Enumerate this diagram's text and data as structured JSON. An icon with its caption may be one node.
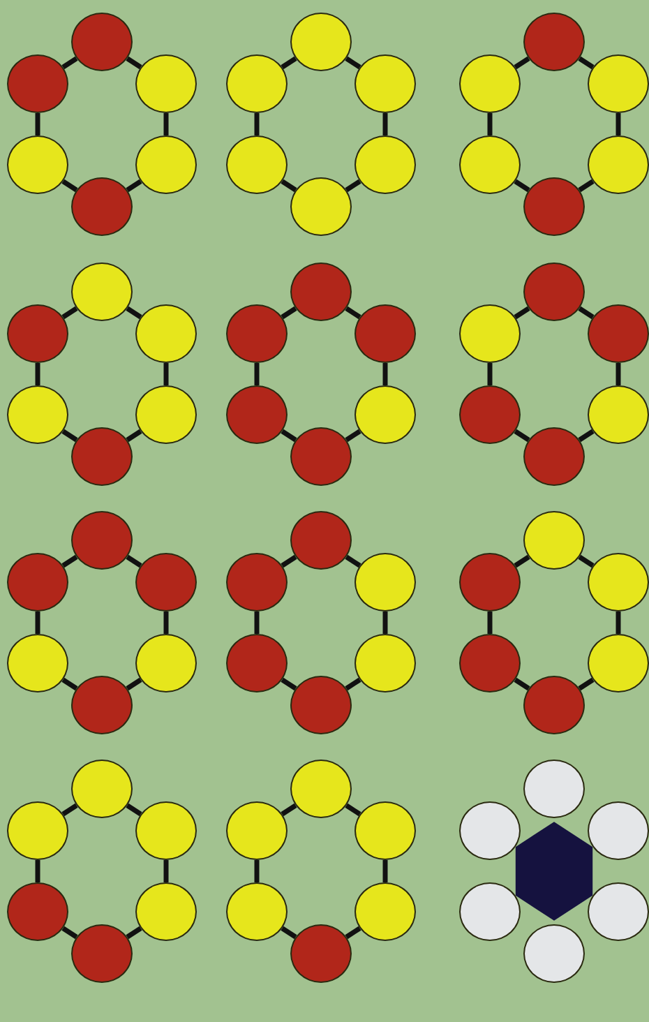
{
  "diagram": {
    "nodes": [
      {
        "text": [],
        "shape": "circle"
      },
      {
        "text": [],
        "shape": "circle"
      },
      {
        "text": [],
        "shape": "circle"
      },
      {
        "text": [],
        "shape": "circle"
      },
      {
        "text": [],
        "shape": "circle"
      },
      {
        "text": [],
        "shape": "circle"
      },
      {
        "text": [],
        "shape": "circle"
      },
      {
        "text": [],
        "shape": "circle"
      },
      {
        "text": [],
        "shape": "circle"
      },
      {
        "text": [],
        "shape": "circle"
      },
      {
        "text": [],
        "shape": "circle"
      },
      {
        "text": [],
        "shape": "circle"
      },
      {
        "text": [],
        "shape": "circle"
      },
      {
        "text": [],
        "shape": "circle"
      },
      {
        "text": [],
        "shape": "circle"
      },
      {
        "text": [],
        "shape": "circle"
      },
      {
        "text": [],
        "shape": "circle"
      },
      {
        "text": [],
        "shape": "circle"
      },
      {
        "text": [],
        "shape": "circle"
      },
      {
        "text": [],
        "shape": "circle"
      },
      {
        "text": [],
        "shape": "circle"
      },
      {
        "text": [],
        "shape": "circle"
      },
      {
        "text": [],
        "shape": "circle"
      },
      {
        "text": [],
        "shape": "circle"
      },
      {
        "text": [],
        "shape": "circle"
      },
      {
        "text": [],
        "shape": "circle"
      },
      {
        "text": [],
        "shape": "circle"
      },
      {
        "text": [],
        "shape": "circle"
      },
      {
        "text": [],
        "shape": "circle"
      },
      {
        "text": [],
        "shape": "circle"
      },
      {
        "text": [],
        "shape": "circle"
      },
      {
        "text": [],
        "shape": "circle"
      },
      {
        "text": [],
        "shape": "circle"
      },
      {
        "text": [],
        "shape": "circle"
      },
      {
        "text": [],
        "shape": "circle"
      },
      {
        "text": [],
        "shape": "circle"
      },
      {
        "text": [],
        "shape": "circle"
      },
      {
        "text": [],
        "shape": "circle"
      },
      {
        "text": [],
        "shape": "circle"
      },
      {
        "text": [],
        "shape": "circle"
      },
      {
        "text": [],
        "shape": "circle"
      },
      {
        "text": [],
        "shape": "circle"
      },
      {
        "text": [],
        "shape": "circle"
      },
      {
        "text": [],
        "shape": "circle"
      },
      {
        "text": [],
        "shape": "circle"
      },
      {
        "text": [],
        "shape": "circle"
      },
      {
        "text": [],
        "shape": "circle"
      },
      {
        "text": [],
        "shape": "circle"
      },
      {
        "text": [],
        "shape": "circle"
      },
      {
        "text": [],
        "shape": "circle"
      },
      {
        "text": [],
        "shape": "circle"
      },
      {
        "text": [],
        "shape": "circle"
      },
      {
        "text": [],
        "shape": "circle"
      },
      {
        "text": [],
        "shape": "circle"
      },
      {
        "text": [],
        "shape": "circle"
      },
      {
        "text": [],
        "shape": "circle"
      },
      {
        "text": [],
        "shape": "circle"
      },
      {
        "text": [],
        "shape": "circle"
      },
      {
        "text": [],
        "shape": "circle"
      },
      {
        "text": [],
        "shape": "circle"
      },
      {
        "text": [],
        "shape": "circle"
      },
      {
        "text": [],
        "shape": "circle"
      },
      {
        "text": [],
        "shape": "circle"
      },
      {
        "text": [],
        "shape": "circle"
      },
      {
        "text": [],
        "shape": "circle"
      },
      {
        "text": [],
        "shape": "circle"
      },
      {
        "text": [],
        "shape": "circle"
      },
      {
        "text": [],
        "shape": "circle"
      },
      {
        "text": [],
        "shape": "circle"
      },
      {
        "text": [],
        "shape": "circle"
      },
      {
        "text": [],
        "shape": "circle"
      },
      {
        "text": [],
        "shape": "circle"
      },
      {
        "text": [],
        "shape": "hexagon"
      }
    ],
    "edges": [
      {
        "from": 0,
        "to": 1,
        "arrow": "none"
      },
      {
        "from": 1,
        "to": 2,
        "arrow": "none"
      },
      {
        "from": 2,
        "to": 3,
        "arrow": "none"
      },
      {
        "from": 3,
        "to": 4,
        "arrow": "none"
      },
      {
        "from": 4,
        "to": 5,
        "arrow": "none"
      },
      {
        "from": 5,
        "to": 0,
        "arrow": "none"
      },
      {
        "from": 6,
        "to": 7,
        "arrow": "none"
      },
      {
        "from": 7,
        "to": 8,
        "arrow": "none"
      },
      {
        "from": 8,
        "to": 9,
        "arrow": "none"
      },
      {
        "from": 9,
        "to": 10,
        "arrow": "none"
      },
      {
        "from": 10,
        "to": 11,
        "arrow": "none"
      },
      {
        "from": 11,
        "to": 6,
        "arrow": "none"
      },
      {
        "from": 12,
        "to": 13,
        "arrow": "none"
      },
      {
        "from": 13,
        "to": 14,
        "arrow": "none"
      },
      {
        "from": 14,
        "to": 15,
        "arrow": "none"
      },
      {
        "from": 15,
        "to": 16,
        "arrow": "none"
      },
      {
        "from": 16,
        "to": 17,
        "arrow": "none"
      },
      {
        "from": 17,
        "to": 12,
        "arrow": "none"
      },
      {
        "from": 18,
        "to": 19,
        "arrow": "none"
      },
      {
        "from": 19,
        "to": 20,
        "arrow": "none"
      },
      {
        "from": 20,
        "to": 21,
        "arrow": "none"
      },
      {
        "from": 21,
        "to": 22,
        "arrow": "none"
      },
      {
        "from": 22,
        "to": 23,
        "arrow": "none"
      },
      {
        "from": 23,
        "to": 18,
        "arrow": "none"
      },
      {
        "from": 24,
        "to": 25,
        "arrow": "none"
      },
      {
        "from": 25,
        "to": 26,
        "arrow": "none"
      },
      {
        "from": 26,
        "to": 27,
        "arrow": "none"
      },
      {
        "from": 27,
        "to": 28,
        "arrow": "none"
      },
      {
        "from": 28,
        "to": 29,
        "arrow": "none"
      },
      {
        "from": 29,
        "to": 24,
        "arrow": "none"
      },
      {
        "from": 30,
        "to": 31,
        "arrow": "none"
      },
      {
        "from": 31,
        "to": 32,
        "arrow": "none"
      },
      {
        "from": 32,
        "to": 33,
        "arrow": "none"
      },
      {
        "from": 33,
        "to": 34,
        "arrow": "none"
      },
      {
        "from": 34,
        "to": 35,
        "arrow": "none"
      },
      {
        "from": 35,
        "to": 30,
        "arrow": "none"
      },
      {
        "from": 36,
        "to": 37,
        "arrow": "none"
      },
      {
        "from": 37,
        "to": 38,
        "arrow": "none"
      },
      {
        "from": 38,
        "to": 39,
        "arrow": "none"
      },
      {
        "from": 39,
        "to": 40,
        "arrow": "none"
      },
      {
        "from": 40,
        "to": 41,
        "arrow": "none"
      },
      {
        "from": 41,
        "to": 36,
        "arrow": "none"
      },
      {
        "from": 42,
        "to": 43,
        "arrow": "none"
      },
      {
        "from": 43,
        "to": 44,
        "arrow": "none"
      },
      {
        "from": 44,
        "to": 45,
        "arrow": "none"
      },
      {
        "from": 45,
        "to": 46,
        "arrow": "none"
      },
      {
        "from": 46,
        "to": 47,
        "arrow": "none"
      },
      {
        "from": 47,
        "to": 42,
        "arrow": "none"
      },
      {
        "from": 48,
        "to": 49,
        "arrow": "none"
      },
      {
        "from": 49,
        "to": 50,
        "arrow": "none"
      },
      {
        "from": 50,
        "to": 51,
        "arrow": "none"
      },
      {
        "from": 51,
        "to": 52,
        "arrow": "none"
      },
      {
        "from": 52,
        "to": 53,
        "arrow": "none"
      },
      {
        "from": 53,
        "to": 48,
        "arrow": "none"
      },
      {
        "from": 54,
        "to": 55,
        "arrow": "none"
      },
      {
        "from": 55,
        "to": 56,
        "arrow": "none"
      },
      {
        "from": 56,
        "to": 57,
        "arrow": "none"
      },
      {
        "from": 57,
        "to": 58,
        "arrow": "none"
      },
      {
        "from": 58,
        "to": 59,
        "arrow": "none"
      },
      {
        "from": 59,
        "to": 54,
        "arrow": "none"
      },
      {
        "from": 60,
        "to": 61,
        "arrow": "none"
      },
      {
        "from": 61,
        "to": 62,
        "arrow": "none"
      },
      {
        "from": 62,
        "to": 63,
        "arrow": "none"
      },
      {
        "from": 63,
        "to": 64,
        "arrow": "none"
      },
      {
        "from": 64,
        "to": 65,
        "arrow": "none"
      },
      {
        "from": 65,
        "to": 60,
        "arrow": "none"
      }
    ]
  }
}
